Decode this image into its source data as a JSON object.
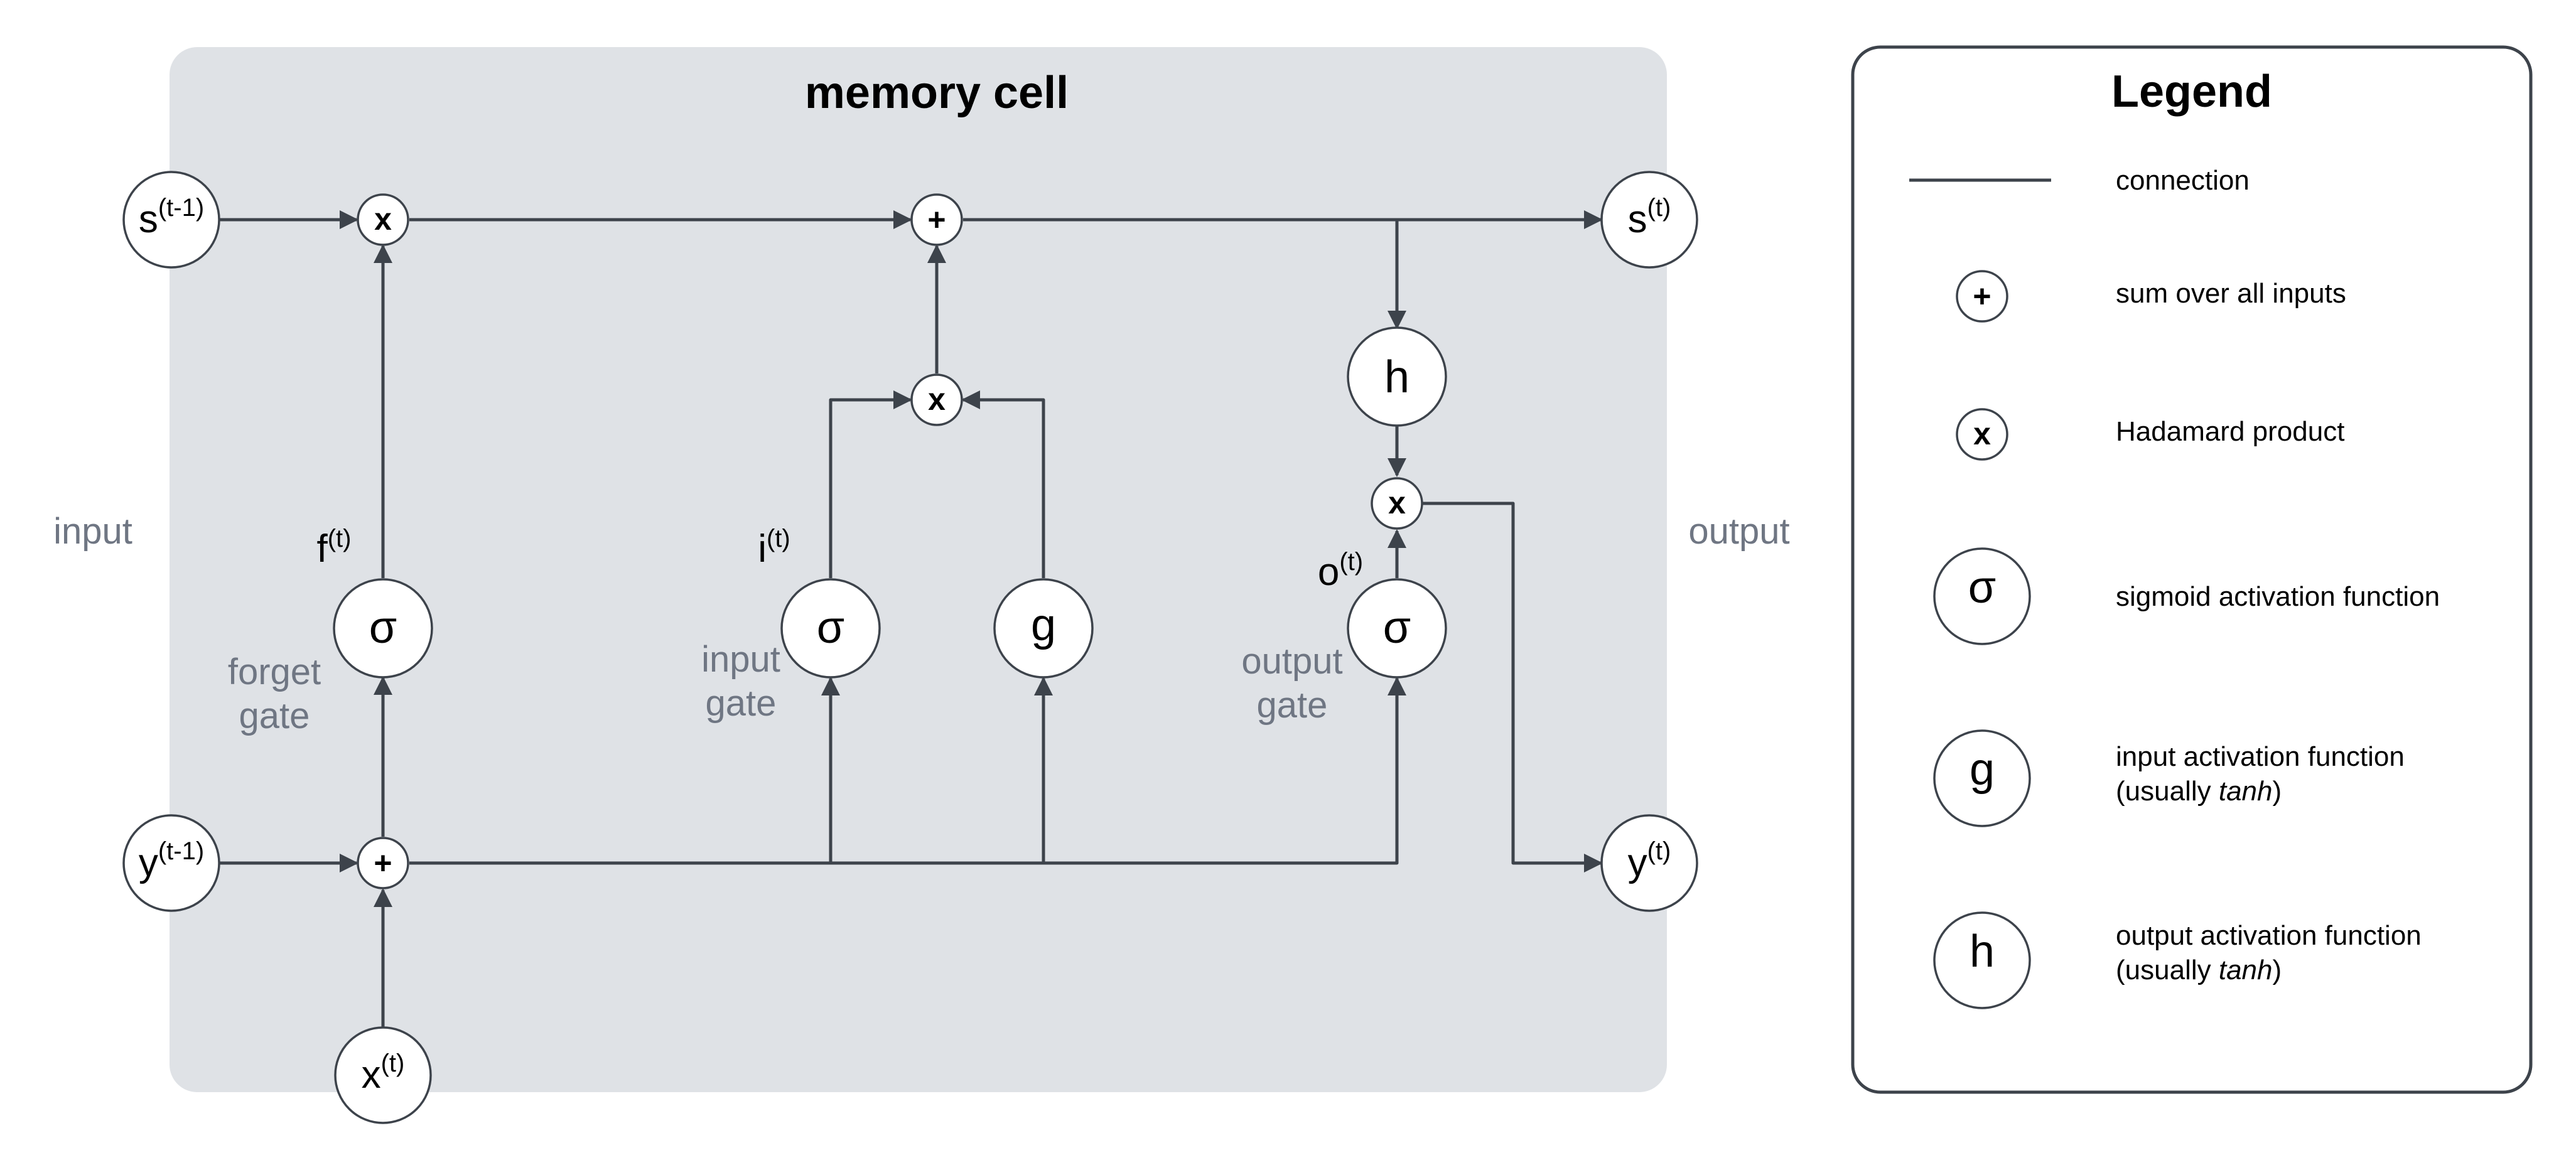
{
  "diagram": {
    "title": "memory cell",
    "side_labels": {
      "input": "input",
      "output": "output"
    },
    "nodes": {
      "s_prev": {
        "base": "s",
        "sup": "(t-1)"
      },
      "s_next": {
        "base": "s",
        "sup": "(t)"
      },
      "y_prev": {
        "base": "y",
        "sup": "(t-1)"
      },
      "y_next": {
        "base": "y",
        "sup": "(t)"
      },
      "x_t": {
        "base": "x",
        "sup": "(t)"
      },
      "forget_sigma": "σ",
      "input_sigma": "σ",
      "g_node": "g",
      "output_sigma": "σ",
      "h_node": "h",
      "mul_forget": "x",
      "sum_top": "+",
      "mul_input": "x",
      "mul_output": "x",
      "sum_bottom": "+"
    },
    "gate_values": {
      "f": {
        "base": "f",
        "sup": "(t)"
      },
      "i": {
        "base": "i",
        "sup": "(t)"
      },
      "o": {
        "base": "o",
        "sup": "(t)"
      }
    },
    "gate_labels": {
      "forget": [
        "forget",
        "gate"
      ],
      "input": [
        "input",
        "gate"
      ],
      "output": [
        "output",
        "gate"
      ]
    }
  },
  "legend": {
    "title": "Legend",
    "items": [
      {
        "symbol": "line",
        "label": "connection"
      },
      {
        "symbol": "+",
        "label": "sum over all inputs"
      },
      {
        "symbol": "x",
        "label": "Hadamard product"
      },
      {
        "symbol": "σ",
        "label": "sigmoid activation function"
      },
      {
        "symbol": "g",
        "label_line1": "input activation function",
        "label_prefix": "(usually ",
        "label_italic": "tanh",
        "label_suffix": ")"
      },
      {
        "symbol": "h",
        "label_line1": "output activation function",
        "label_prefix": "(usually ",
        "label_italic": "tanh",
        "label_suffix": ")"
      }
    ]
  }
}
